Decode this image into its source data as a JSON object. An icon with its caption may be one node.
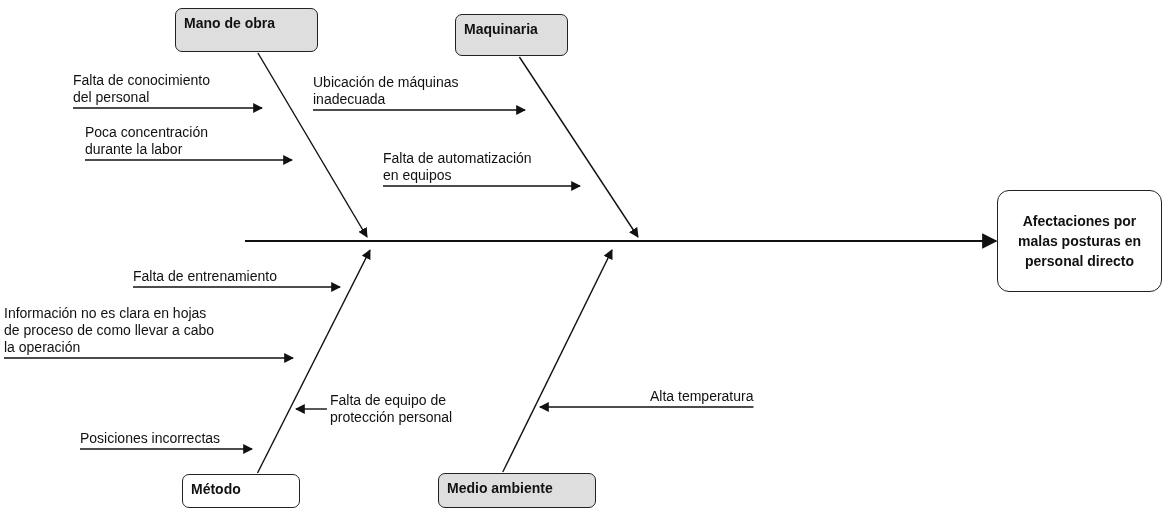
{
  "diagram": {
    "nodes": [
      {
        "text": [
          "Mano de obra"
        ]
      },
      {
        "text": [
          "Maquinaria"
        ]
      },
      {
        "text": [
          "Falta de conocimiento del personal"
        ]
      },
      {
        "text": [
          "Ubicación de máquinas inadecuada"
        ]
      },
      {
        "text": [
          "Poca concentración durante la labor"
        ]
      },
      {
        "text": [
          "Falta de automatización en equipos"
        ]
      },
      {
        "text": [
          "Afectaciones por malas posturas en personal directo"
        ]
      },
      {
        "text": [
          "Falta de entrenamiento"
        ]
      },
      {
        "text": [
          "Información no es clara en hojas de proceso de como llevar a cabo la operación"
        ]
      },
      {
        "text": [
          "Alta temperatura"
        ]
      },
      {
        "text": [
          "Falta de equipo de protección personal"
        ]
      },
      {
        "text": [
          "Posiciones incorrectas"
        ]
      },
      {
        "text": [
          "Método"
        ]
      },
      {
        "text": [
          "Medio ambiente"
        ]
      }
    ],
    "edges": [
      {
        "from": null,
        "to": 6,
        "arrow": "to"
      },
      {
        "from": 0,
        "to": null,
        "arrow": "to"
      },
      {
        "from": 1,
        "to": null,
        "arrow": "to"
      },
      {
        "from": 12,
        "to": null,
        "arrow": "to"
      },
      {
        "from": 13,
        "to": null,
        "arrow": "to"
      },
      {
        "from": 2,
        "to": null,
        "arrow": "to"
      },
      {
        "from": 3,
        "to": null,
        "arrow": "to"
      },
      {
        "from": 4,
        "to": null,
        "arrow": "to"
      },
      {
        "from": 5,
        "to": null,
        "arrow": "to"
      },
      {
        "from": 7,
        "to": null,
        "arrow": "to"
      },
      {
        "from": 8,
        "to": null,
        "arrow": "to"
      },
      {
        "from": 9,
        "to": null,
        "arrow": "to"
      },
      {
        "from": 10,
        "to": null,
        "arrow": "to"
      },
      {
        "from": 11,
        "to": null,
        "arrow": "to"
      }
    ]
  }
}
